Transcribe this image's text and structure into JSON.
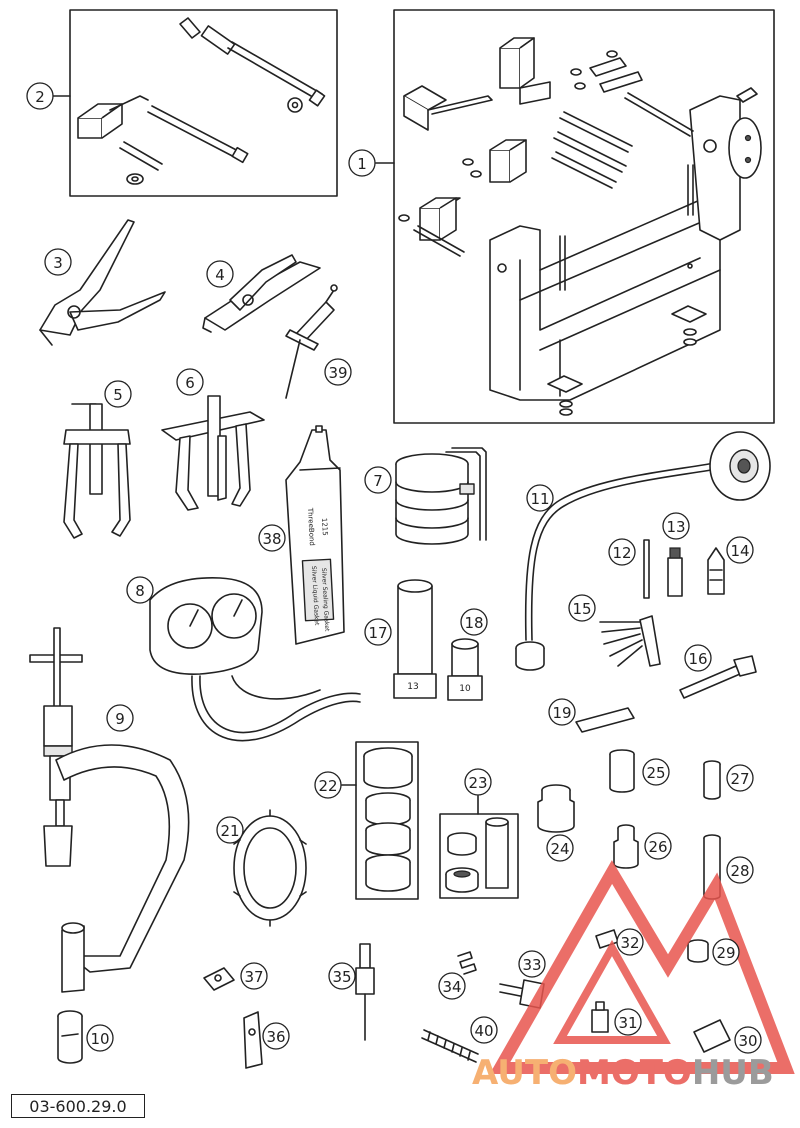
{
  "document_code": "03-600.29.0",
  "watermark": {
    "part1": "AUTO",
    "part2": "MOTO",
    "part3": "HUB",
    "color_orange": "#f5a35a",
    "color_red": "#e8554e",
    "color_gray": "#8a8a8a"
  },
  "callouts": [
    "1",
    "2",
    "3",
    "4",
    "5",
    "6",
    "7",
    "8",
    "9",
    "10",
    "11",
    "12",
    "13",
    "14",
    "15",
    "16",
    "17",
    "18",
    "19",
    "21",
    "22",
    "23",
    "24",
    "25",
    "26",
    "27",
    "28",
    "29",
    "30",
    "31",
    "32",
    "33",
    "34",
    "35",
    "36",
    "37",
    "38",
    "39",
    "40"
  ],
  "part_text": {
    "socket_17_size": "13",
    "socket_18_size": "10",
    "tube_38_brand": "ThreeBond",
    "tube_38_number": "1215",
    "tube_38_label_a": "Silver Liquid Gasket",
    "tube_38_label_b": "Silver Sealing Gasket"
  }
}
